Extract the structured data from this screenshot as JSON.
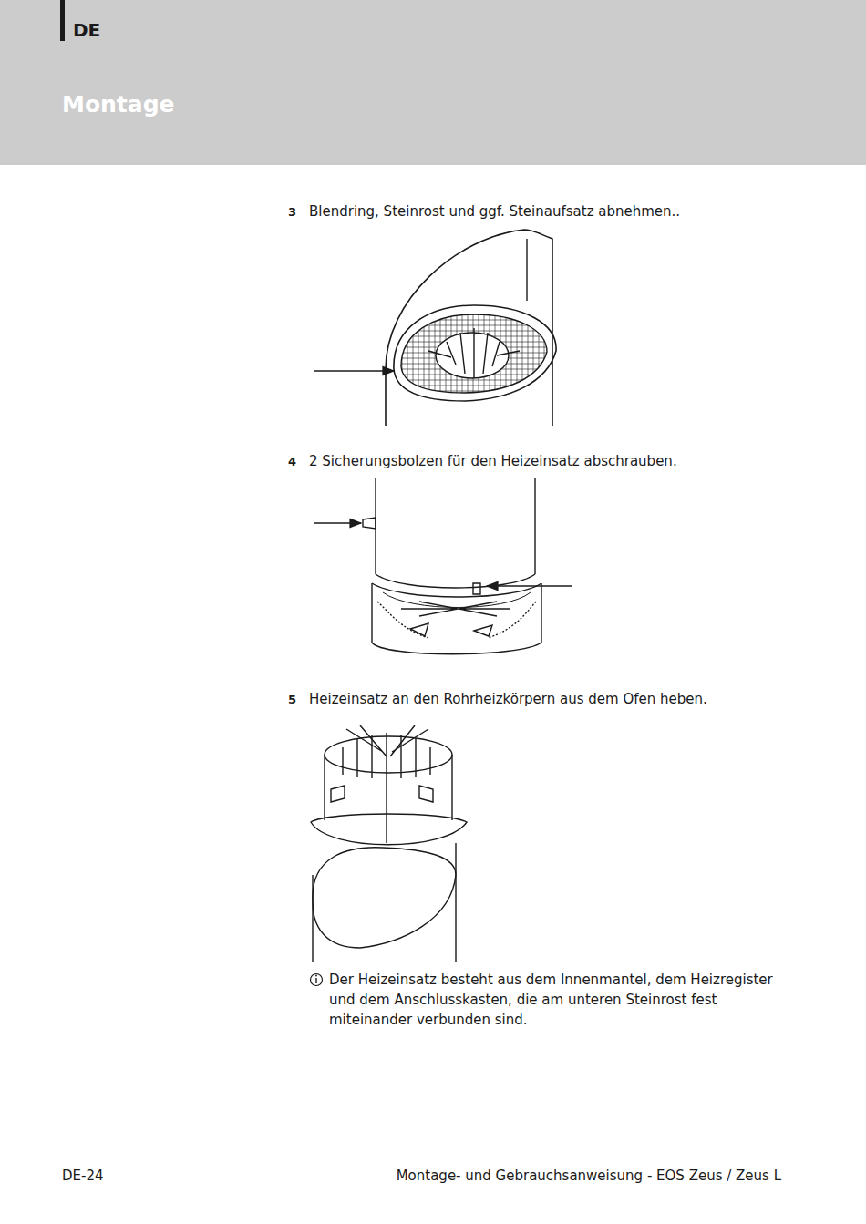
{
  "diagram": {
    "title": "Montage",
    "labels": [
      "DE",
      "3",
      "Blendring, Steinrost und ggf. Steinaufsatz abnehmen..",
      "4",
      "2 Sicherungsbolzen für den Heizeinsatz abschrauben.",
      "5",
      "Heizeinsatz an den Rohrheizkörpern aus dem Ofen heben.",
      "Der Heizeinsatz besteht aus dem Innenmantel, dem Heizregister und dem Anschlusskasten, die am unteren Steinrost fest miteinander verbunden sind.",
      "DE-24",
      "Montage- und Gebrauchsanweisung - EOS Zeus / Zeus L"
    ]
  }
}
